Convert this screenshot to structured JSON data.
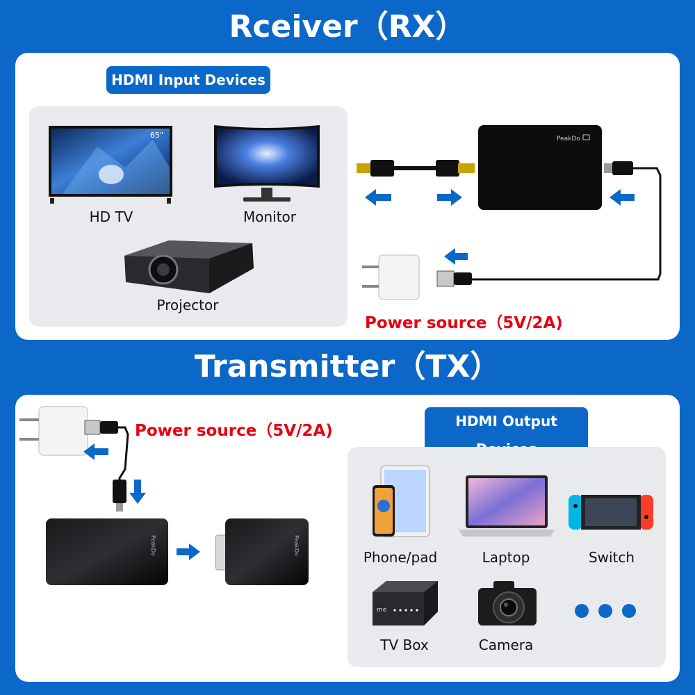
{
  "receiver": {
    "title": "Rceiver（RX）",
    "pill": "HDMI Input Devices",
    "devices": {
      "hdtv": "HD TV",
      "monitor": "Monitor",
      "projector": "Projector"
    },
    "tv_size_badge": "65\"",
    "power": "Power source（5V/2A)",
    "brand": "PeakDo"
  },
  "transmitter": {
    "title": "Transmitter（TX）",
    "pill": "HDMI Output Devices",
    "power": "Power source（5V/2A)",
    "devices": {
      "phone": "Phone/pad",
      "laptop": "Laptop",
      "switch": "Switch",
      "tvbox": "TV Box",
      "camera": "Camera"
    },
    "brand": "PeakDo"
  },
  "colors": {
    "brand_blue": "#0b68c9",
    "arrow_blue": "#0b68c9",
    "power_red": "#e60012"
  }
}
